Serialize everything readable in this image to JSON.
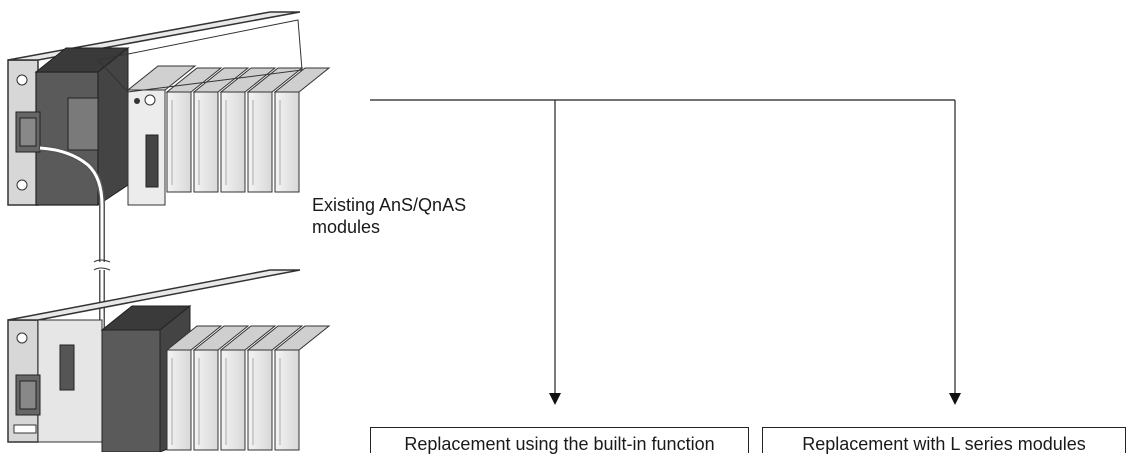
{
  "labels": {
    "existing_line1": "Existing AnS/QnAS",
    "existing_line2": "modules"
  },
  "targets": [
    {
      "label": "Replacement using the built-in function"
    },
    {
      "label": "Replacement with L series modules"
    }
  ],
  "illustration": {
    "upper_rack": "base-unit-with-cpu-and-io-modules",
    "lower_rack": "extension-base-unit-with-io-modules",
    "cable": "extension-cable"
  }
}
